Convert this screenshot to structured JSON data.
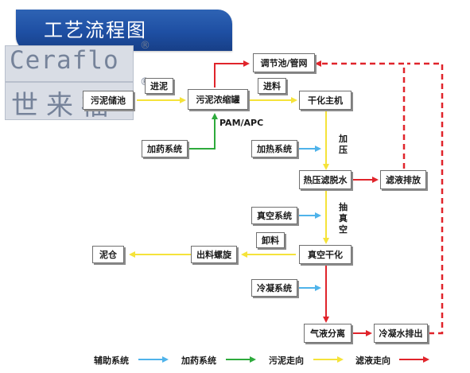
{
  "header": {
    "title": "工艺流程图"
  },
  "logo": {
    "english": "Ceraflo",
    "chinese": "世来福",
    "registered": "®"
  },
  "nodes": {
    "sludge_pool": "污泥储池",
    "thickener": "污泥浓缩罐",
    "main_unit": "干化主机",
    "regulating": "调节池/管网",
    "dosing": "加药系统",
    "heating": "加热系统",
    "press": "热压滤脱水",
    "filtrate": "滤液排放",
    "vacuum_sys": "真空系统",
    "vacuum_dry": "真空干化",
    "screw": "出料螺旋",
    "silo": "泥仓",
    "condense": "冷凝系统",
    "separator": "气液分离",
    "condensate": "冷凝水排出"
  },
  "labels": {
    "feed_sludge": "进泥",
    "feed_material": "进料",
    "pam": "PAM/APC",
    "pressurize": "加压",
    "evacuate": "抽真空",
    "discharge": "卸料"
  },
  "legend": {
    "aux": "辅助系统",
    "dosing": "加药系统",
    "sludge": "污泥走向",
    "filtrate": "滤液走向"
  },
  "colors": {
    "aux": "#4fb3ea",
    "dosing": "#2eaa3c",
    "sludge": "#f5e33a",
    "filtrate": "#e0242b",
    "header": "#1e4fa3"
  }
}
